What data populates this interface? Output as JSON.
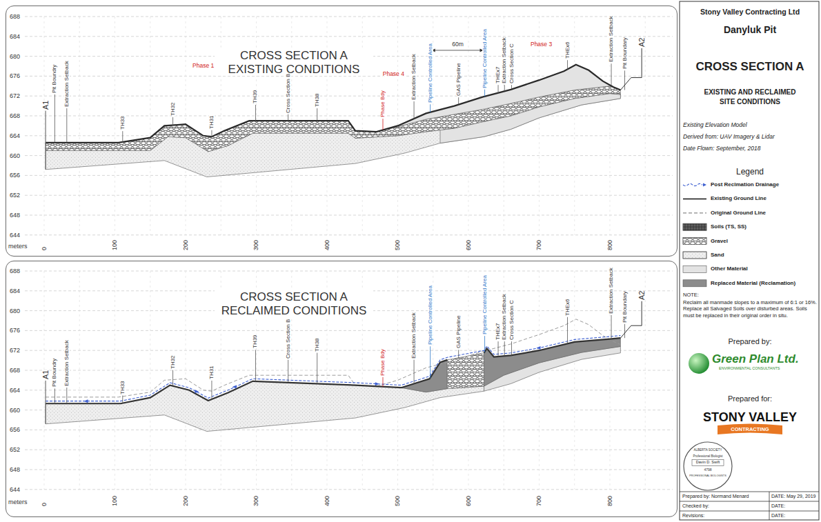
{
  "diagram": {
    "title": "CROSS SECTION A",
    "nodes": [
      {
        "text": [
          "CROSS SECTION A EXISTING CONDITIONS"
        ]
      },
      {
        "text": [
          "CROSS SECTION A RECLAIMED CONDITIONS"
        ]
      }
    ],
    "labels": [
      "A1",
      "Pit Boundry",
      "Extraction Setback",
      "TH33",
      "Phase 1",
      "TH32",
      "TH31",
      "TH39",
      "Cross Section B",
      "TH38",
      "Phase Bdy",
      "Phase 4",
      "Extraction Setback",
      "Pipeline Controlled Area",
      "GAS Pipeline",
      "60m",
      "Pipeline Controlled Area",
      "THEx7",
      "Extraction Setback",
      "Cross Section C",
      "Phase 3",
      "THEx6",
      "Extraction Setback",
      "Pit Boundary",
      "A2",
      "688",
      "684",
      "680",
      "676",
      "672",
      "668",
      "664",
      "660",
      "656",
      "652",
      "648",
      "644",
      "meters",
      "0",
      "100",
      "200",
      "300",
      "400",
      "500",
      "600",
      "700",
      "800",
      "A1",
      "Pit Boundry",
      "Extraction Setback",
      "TH33",
      "TH32",
      "TH31",
      "TH39",
      "Cross Section B",
      "TH38",
      "Phase Bdy",
      "Extraction Setback",
      "Pipeline Controlled Area",
      "GAS Pipeline",
      "Pipeline Controlled Area",
      "THEx7",
      "Extraction Setback",
      "Cross Section C",
      "THEx6",
      "Extraction Setback",
      "Pit Boundary",
      "A2",
      "688",
      "684",
      "680",
      "676",
      "672",
      "668",
      "664",
      "660",
      "656",
      "652",
      "648",
      "644",
      "meters",
      "0",
      "100",
      "200",
      "300",
      "400",
      "500",
      "600",
      "700",
      "800",
      "Stony Valley Contracting Ltd",
      "Danyluk Pit",
      "EXISTING AND RECLAIMED SITE CONDITIONS",
      "Existing Elevation Model",
      "Derived from: UAV Imagery & Lidar",
      "Date Flown: September, 2018",
      "Legend",
      "NOTE:",
      "Reclaim all manmade slopes to a maximum of 6:1 or 16%. Replace all Salvaged Soils over disturbed areas. Soils must be replaced in their original order in situ.",
      "Prepared by:",
      "Green Plan Ltd.",
      "ENVIRONMENTAL CONSULTANTS",
      "Prepared for:",
      "STONY VALLEY",
      "CONTRACTING",
      "ALBERTA SOCIETY",
      "Professional Biologist",
      "Davin D. Swift",
      "4798",
      "PROFESSIONAL BIOLOGISTS",
      "Prepared by: Normand Menard",
      "DATE: May 29, 2019",
      "Checked by:",
      "DATE:",
      "Revisions:",
      "DATE:"
    ],
    "legend": [
      {
        "text": "Post Reclmation Drainage"
      },
      {
        "text": "Existing Ground Line"
      },
      {
        "text": "Original Ground Line"
      },
      {
        "text": "Soils (TS, SS)",
        "color": "#4d4d4d"
      },
      {
        "text": "Gravel"
      },
      {
        "text": "Sand",
        "color": "#efefef"
      },
      {
        "text": "Other Material",
        "color": "#e3e3e3"
      },
      {
        "text": "Replaced Material (Reclamation)",
        "color": "#8c8c8c"
      }
    ]
  }
}
